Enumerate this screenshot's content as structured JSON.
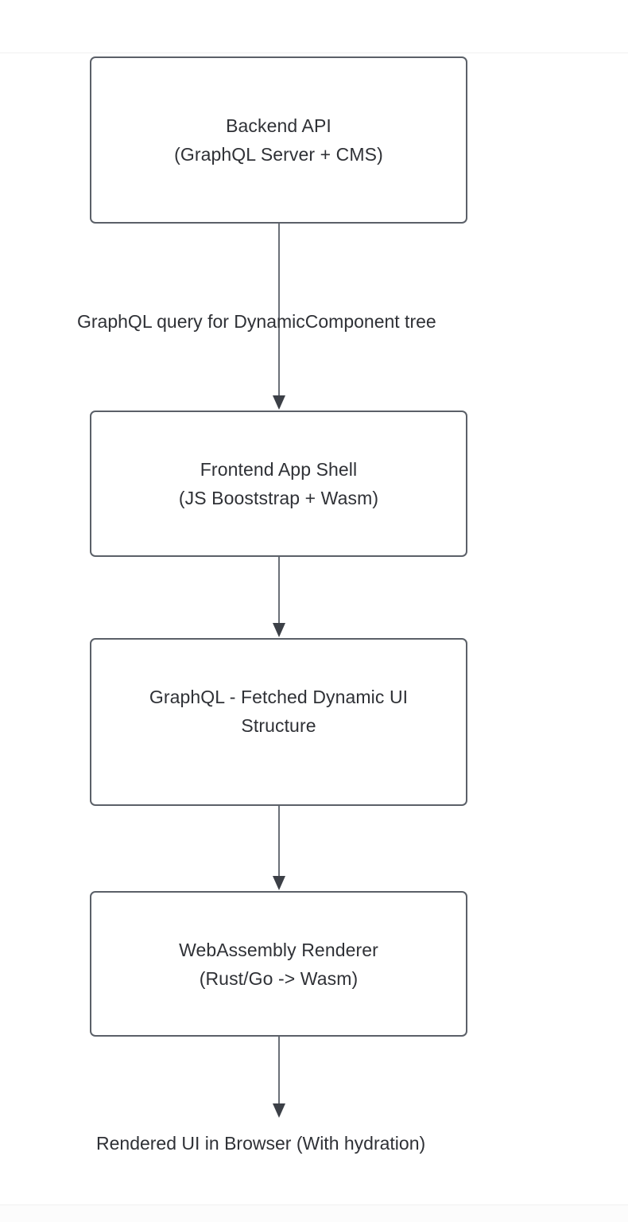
{
  "diagram": {
    "title": "Dynamic UI rendering architecture flow",
    "orientation": "top-down",
    "background_color": "#ffffff",
    "node_border_color": "#5b6068",
    "node_fill_color": "#ffffff",
    "connector_color": "#6b7078",
    "arrowhead_color": "#3c4047",
    "text_color": "#2f3136",
    "nodes": [
      {
        "id": "backend-api",
        "shape": "rounded-rectangle",
        "label": "Backend API\n(GraphQL Server + CMS)"
      },
      {
        "id": "frontend-app-shell",
        "shape": "rounded-rectangle",
        "label": "Frontend App Shell\n(JS Booststrap + Wasm)"
      },
      {
        "id": "graphql-fetched-structure",
        "shape": "rounded-rectangle",
        "label": "GraphQL - Fetched Dynamic UI Structure"
      },
      {
        "id": "webassembly-renderer",
        "shape": "rounded-rectangle",
        "label": "WebAssembly Renderer\n(Rust/Go -> Wasm)"
      },
      {
        "id": "rendered-ui",
        "shape": "plain-text",
        "label": "Rendered UI in Browser (With hydration)"
      }
    ],
    "edges": [
      {
        "id": "edge-backend-to-shell",
        "from": "backend-api",
        "to": "frontend-app-shell",
        "label": "GraphQL query for DynamicComponent tree",
        "arrow": "down-arrowhead"
      },
      {
        "id": "edge-shell-to-structure",
        "from": "frontend-app-shell",
        "to": "graphql-fetched-structure",
        "label": "",
        "arrow": "down-arrowhead"
      },
      {
        "id": "edge-structure-to-renderer",
        "from": "graphql-fetched-structure",
        "to": "webassembly-renderer",
        "label": "",
        "arrow": "down-arrowhead"
      },
      {
        "id": "edge-renderer-to-rendered-ui",
        "from": "webassembly-renderer",
        "to": "rendered-ui",
        "label": "",
        "arrow": "down-arrowhead"
      }
    ]
  }
}
